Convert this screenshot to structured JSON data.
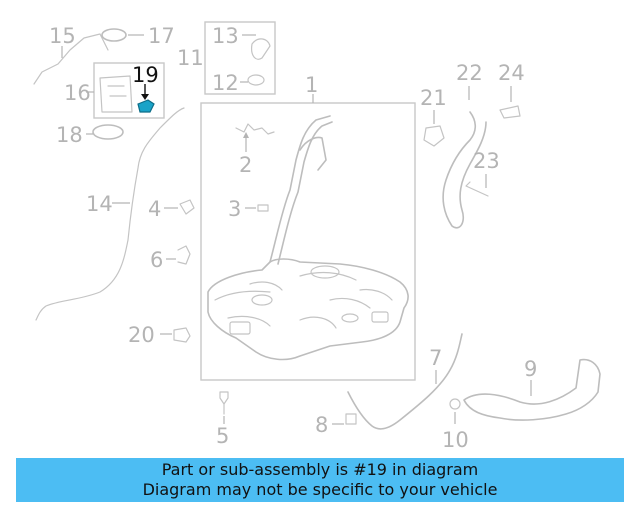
{
  "callouts": {
    "c1": "1",
    "c2": "2",
    "c3": "3",
    "c4": "4",
    "c5": "5",
    "c6": "6",
    "c7": "7",
    "c8": "8",
    "c9": "9",
    "c10": "10",
    "c11": "11",
    "c12": "12",
    "c13": "13",
    "c14": "14",
    "c15": "15",
    "c16": "16",
    "c17": "17",
    "c18": "18",
    "c19": "19",
    "c20": "20",
    "c21": "21",
    "c22": "22",
    "c23": "23",
    "c24": "24"
  },
  "highlighted_part": "19",
  "colors": {
    "banner": "#4cbdf3",
    "highlight_part": "#1aa3c8",
    "linework": "#bdbdbd"
  },
  "banner": {
    "line1": "Part or sub-assembly is #19 in diagram",
    "line2": "Diagram may not be specific to your vehicle"
  }
}
